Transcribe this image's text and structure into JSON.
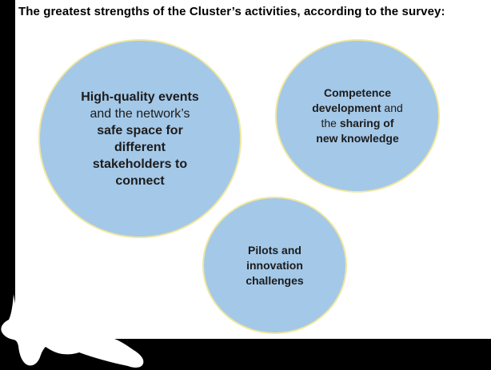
{
  "title": "The greatest strengths of the Cluster’s activities, according to the survey:",
  "colors": {
    "background": "#000000",
    "panel": "#FFFFFF",
    "circle_fill": "#A4C8E8",
    "circle_border": "#EFE79F",
    "title_text": "#000000",
    "circle_text": "#1C1C1C"
  },
  "circles": [
    {
      "name": "events-safe-space",
      "lines": [
        {
          "segments": [
            {
              "text": "High-quality events",
              "bold": true
            }
          ]
        },
        {
          "segments": [
            {
              "text": "and the network’s",
              "bold": false
            }
          ]
        },
        {
          "segments": [
            {
              "text": "safe space for",
              "bold": true
            }
          ]
        },
        {
          "segments": [
            {
              "text": "different",
              "bold": true
            }
          ]
        },
        {
          "segments": [
            {
              "text": "stakeholders to",
              "bold": true
            }
          ]
        },
        {
          "segments": [
            {
              "text": "connect",
              "bold": true
            }
          ]
        }
      ]
    },
    {
      "name": "competence-development",
      "lines": [
        {
          "segments": [
            {
              "text": "Competence",
              "bold": true
            }
          ]
        },
        {
          "segments": [
            {
              "text": "development",
              "bold": true
            },
            {
              "text": " and",
              "bold": false
            }
          ]
        },
        {
          "segments": [
            {
              "text": "the ",
              "bold": false
            },
            {
              "text": "sharing of",
              "bold": true
            }
          ]
        },
        {
          "segments": [
            {
              "text": "new knowledge",
              "bold": true
            }
          ]
        }
      ]
    },
    {
      "name": "pilots-innovation",
      "lines": [
        {
          "segments": [
            {
              "text": "Pilots and",
              "bold": true
            }
          ]
        },
        {
          "segments": [
            {
              "text": "innovation",
              "bold": true
            }
          ]
        },
        {
          "segments": [
            {
              "text": "challenges",
              "bold": true
            }
          ]
        }
      ]
    }
  ]
}
